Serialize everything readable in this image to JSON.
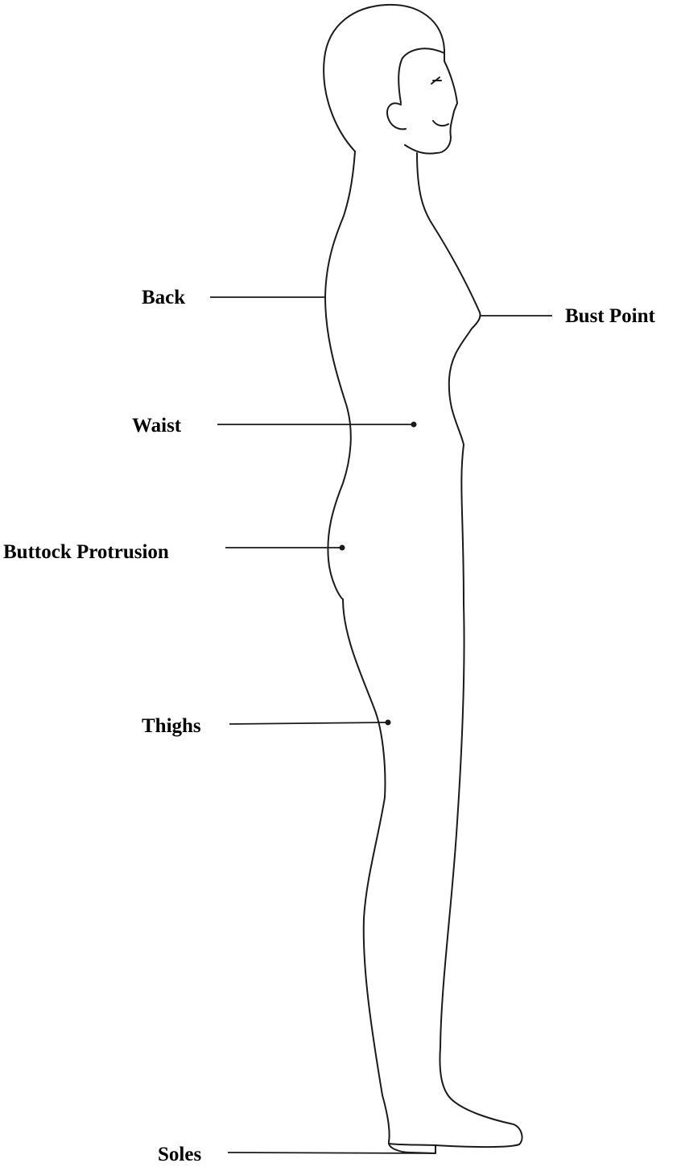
{
  "diagram": {
    "labels": {
      "back": "Back",
      "bust_point": "Bust Point",
      "waist": "Waist",
      "buttock_protrusion": "Buttock Protrusion",
      "thighs": "Thighs",
      "soles": "Soles"
    }
  }
}
